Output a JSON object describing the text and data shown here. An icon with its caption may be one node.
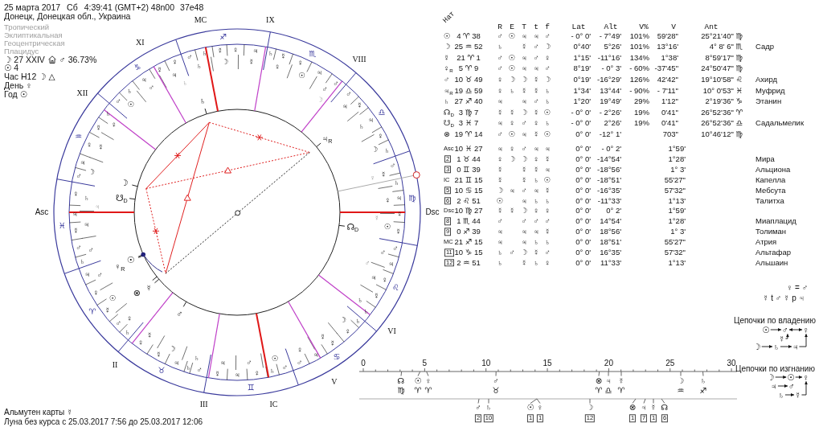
{
  "diagram": {
    "nodes": [
      {
        "text": [
          "☉"
        ]
      },
      {
        "text": [
          "♂"
        ]
      },
      {
        "text": [
          "♀"
        ]
      },
      {
        "text": [
          "☿"
        ]
      },
      {
        "text": [
          "☽"
        ]
      },
      {
        "text": [
          "♄"
        ]
      },
      {
        "text": [
          "♃"
        ]
      },
      {
        "text": [
          "☽"
        ]
      },
      {
        "text": [
          "☉"
        ]
      },
      {
        "text": [
          "♀"
        ]
      },
      {
        "text": [
          "♃"
        ]
      },
      {
        "text": [
          "♂"
        ]
      },
      {
        "text": [
          "♄"
        ]
      },
      {
        "text": [
          "☿"
        ]
      }
    ],
    "edges": [
      {
        "from": 0,
        "to": 1,
        "arrow": "to"
      },
      {
        "from": 1,
        "to": 2,
        "arrow": "both"
      },
      {
        "from": 3,
        "to": 1,
        "arrow": "to"
      },
      {
        "from": 4,
        "to": 5,
        "arrow": "to"
      },
      {
        "from": 5,
        "to": 6,
        "arrow": "to"
      },
      {
        "from": 6,
        "to": 2,
        "arrow": "to"
      },
      {
        "from": 7,
        "to": 8,
        "arrow": "to"
      },
      {
        "from": 8,
        "to": 9,
        "arrow": "to"
      },
      {
        "from": 10,
        "to": 11,
        "arrow": "to"
      },
      {
        "from": 12,
        "to": 13,
        "arrow": "to"
      },
      {
        "from": 13,
        "to": 9,
        "arrow": "to"
      }
    ],
    "labels": [
      "25 марта 2017",
      "Сб",
      "4:39:41 (GMT+2) 48n00",
      "37e48",
      "Донецк, Донецкая обл., Украина",
      "Тропический",
      "Эклиптикальная",
      "Геоцентрическая",
      "Плацидус",
      "☽ 27 XXIV",
      "♂ 36.73%",
      "☉ 4",
      "Час H12 ☽ △",
      "День ♀",
      "Год ☉",
      "MC",
      "IX",
      "♐",
      "XI",
      "☿",
      "♀",
      "♃",
      "♂",
      "♄",
      "♄",
      "☿",
      "♏",
      "♀",
      "☽",
      "☿",
      "♀",
      "VIII",
      "♑",
      "☿",
      "♄",
      "♀",
      "♃",
      "☉",
      "♃",
      "♃",
      "♄",
      "♂",
      "♂",
      "♂",
      "XII",
      "♄",
      "♂",
      "♂",
      "♄",
      "☉",
      "☽",
      "♃",
      "☿",
      "♄",
      "♎",
      "♃",
      "☿",
      "♀",
      "♄",
      "♒",
      "♃$_{R}$",
      "♀",
      "♀",
      "☿",
      "☽",
      "♄",
      "♃",
      "♂",
      "♂",
      "☽",
      "♀",
      "☿",
      "☽",
      "♄",
      "♀",
      "♄",
      "☋$_{D}$",
      "♀",
      "♃",
      "♍",
      "Asc",
      "♃",
      "☿",
      "♀",
      "Dsc",
      "♃",
      "♓",
      "♃",
      "☿",
      "☊$_{D}$",
      "☉",
      "☿",
      "♂",
      "♂",
      "♂",
      "♂",
      "♄",
      "☉",
      "♂",
      "♃",
      "♀$_{R}$",
      "♃",
      "♂",
      "♃",
      "♀",
      "☿",
      "♌",
      "♀",
      "⊗",
      "☿",
      "☉",
      "♄",
      "♈",
      "☿",
      "♂",
      "♄",
      "♀",
      "☽",
      "♄",
      "♂",
      "♄",
      "♀",
      "VI",
      "☿",
      "☿",
      "♀",
      "☿",
      "☿",
      "☽",
      "♀",
      "♃",
      "♄",
      "☉",
      "♋",
      "II",
      "♃",
      "♄",
      "♃",
      "♂",
      "♂",
      "♂",
      "♉",
      "♂",
      "☿",
      "♀",
      "♄",
      "♃",
      "V",
      "♊",
      "III",
      "IC",
      "Нат",
      "R",
      "E",
      "T",
      "t",
      "f",
      "Lat",
      "Alt",
      "V%",
      "V",
      "Ant",
      "☉",
      "4 ♈ 38",
      "♂",
      "☉",
      "♃",
      "♃",
      "♂",
      "- 0° 0'",
      "- 7°49'",
      "101%",
      "59'28\"",
      "25°21'40\" ♍",
      "☽",
      "25 ♒ 52",
      "♄",
      "☿",
      "♂",
      "☽",
      "0°40'",
      "5°26'",
      "101%",
      "13°16'",
      "4° 8' 6\" ♏",
      "Садр",
      "☿",
      "21 ♈ 1",
      "♂",
      "☉",
      "♃",
      "♂",
      "♀",
      "1°15'",
      "-11°16'",
      "134%",
      "1°38'",
      "8°59'17\" ♍",
      "♀$_{R}$",
      "5 ♈ 9",
      "♂",
      "☉",
      "♃",
      "♃",
      "♂",
      "8°19'",
      "- 0° 3'",
      "- 60%",
      "-37'45\"",
      "24°50'47\" ♍",
      "♂",
      "10 ♉ 49",
      "♀",
      "☽",
      "☽",
      "☿",
      "☽",
      "0°19'",
      "-16°29'",
      "126%",
      "42'42\"",
      "19°10'58\" ♌",
      "Ахирд",
      "♃$_{R}$",
      "19 ♎ 59",
      "♀",
      "♄",
      "☿",
      "☿",
      "♄",
      "1°34'",
      "13°44'",
      "- 90%",
      "- 7'11\"",
      "10° 0'53\" ♓",
      "Муфрид",
      "♄",
      "27 ♐ 40",
      "♃",
      "♃",
      "♂",
      "♄",
      "1°20'",
      "19°49'",
      "29%",
      "1'12\"",
      "2°19'36\" ♑",
      "Этанин",
      "☊$_{D}$",
      "3 ♍ 7",
      "☿",
      "☿",
      "☽",
      "☿",
      "☉",
      "- 0° 0'",
      "- 2°26'",
      "19%",
      "0'41\"",
      "26°52'36\" ♈",
      "☋$_{D}$",
      "3 ♓ 7",
      "♃",
      "♀",
      "♂",
      "♀",
      "♄",
      "- 0° 0'",
      "2°26'",
      "19%",
      "0'41\"",
      "26°52'36\" ♎",
      "Садальмелик",
      "⊗",
      "19 ♈ 14",
      "♂",
      "☉",
      "♃",
      "☿",
      "☉",
      "0° 0'",
      "-12° 1'",
      "703\"",
      "10°46'12\" ♍",
      "Asc",
      "10 ♓ 27",
      "♃",
      "♀",
      "♂",
      "♃",
      "♃",
      "0° 0'",
      "- 0° 2'",
      "1°59'",
      "2",
      "1 ♉ 44",
      "♀",
      "☽",
      "☽",
      "♀",
      "☿",
      "0° 0'",
      "-14°54'",
      "1°28'",
      "Мира",
      "3",
      "0 ♊ 39",
      "☿",
      "☿",
      "☿",
      "♃",
      "0° 0'",
      "-18°56'",
      "1° 3'",
      "Альциона",
      "IC",
      "21 ♊ 15",
      "☿",
      "☿",
      "♄",
      "☉",
      "0° 0'",
      "-18°51'",
      "55'27\"",
      "Капелла",
      "5",
      "10 ♋ 15",
      "☽",
      "♃",
      "♂",
      "♃",
      "☿",
      "0° 0'",
      "-16°35'",
      "57'32\"",
      "Мебсута",
      "6",
      "2 ♌ 51",
      "☉",
      "♃",
      "♄",
      "♄",
      "0° 0'",
      "-11°33'",
      "1°13'",
      "Талитха",
      "Dsc",
      "10 ♍ 27",
      "☿",
      "☿",
      "☽",
      "♀",
      "♀",
      "0° 0'",
      "0° 2'",
      "1°59'",
      "8",
      "1 ♏ 44",
      "♂",
      "♂",
      "♂",
      "♂",
      "0° 0'",
      "14°54'",
      "1°28'",
      "Миаплацид",
      "9",
      "0 ♐ 39",
      "♃",
      "♃",
      "♃",
      "☿",
      "0° 0'",
      "18°56'",
      "1° 3'",
      "Толиман",
      "MC",
      "21 ♐ 15",
      "♃",
      "♃",
      "♄",
      "♄",
      "0° 0'",
      "18°51'",
      "55'27\"",
      "Атрия",
      "11",
      "10 ♑ 15",
      "♄",
      "♂",
      "☽",
      "☿",
      "♂",
      "0° 0'",
      "16°35'",
      "57'32\"",
      "Альтафар",
      "12",
      "2 ♒ 51",
      "♄",
      "☿",
      "♄",
      "♀",
      "0° 0'",
      "11°33'",
      "1°13'",
      "Альшаин",
      "♀ = ♂",
      "☿ t ♂ ☿ p ♃",
      "Цепочки по владению",
      "Цепочки по изгнанию",
      "0",
      "5",
      "10",
      "15",
      "20",
      "25",
      "30",
      "☊",
      "♍",
      "☉",
      "♈",
      "♀",
      "♈",
      "♂",
      "♉",
      "⊗",
      "♈",
      "♃",
      "♎",
      "☿",
      "♈",
      "☽",
      "♒",
      "♄",
      "♐",
      "♂",
      "2",
      "♄",
      "10",
      "☉",
      "1",
      "♀",
      "1",
      "☽",
      "12",
      "⊗",
      "1",
      "♃",
      "7",
      "☿",
      "1",
      "☊",
      "6",
      "Альмутен карты ☿",
      "Луна без курса с 25.03.2017 7:56 до 25.03.2017 12:06"
    ]
  }
}
